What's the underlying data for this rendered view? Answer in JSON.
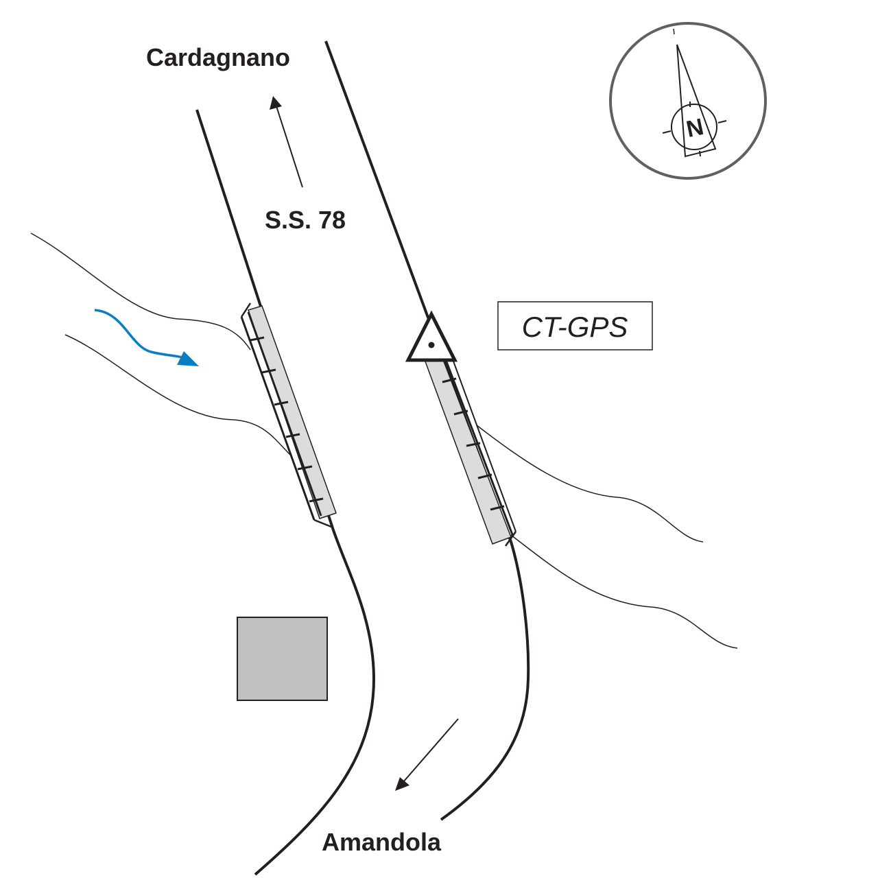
{
  "labels": {
    "north_town": "Cardagnano",
    "south_town": "Amandola",
    "road": "S.S. 78",
    "station": "CT-GPS",
    "compass_letter": "N"
  },
  "colors": {
    "line": "#231f20",
    "bridge_fill": "#dcdcdc",
    "building_fill": "#c0c0c0",
    "river_arrow": "#0a7ec2",
    "compass_ring": "#606060"
  }
}
